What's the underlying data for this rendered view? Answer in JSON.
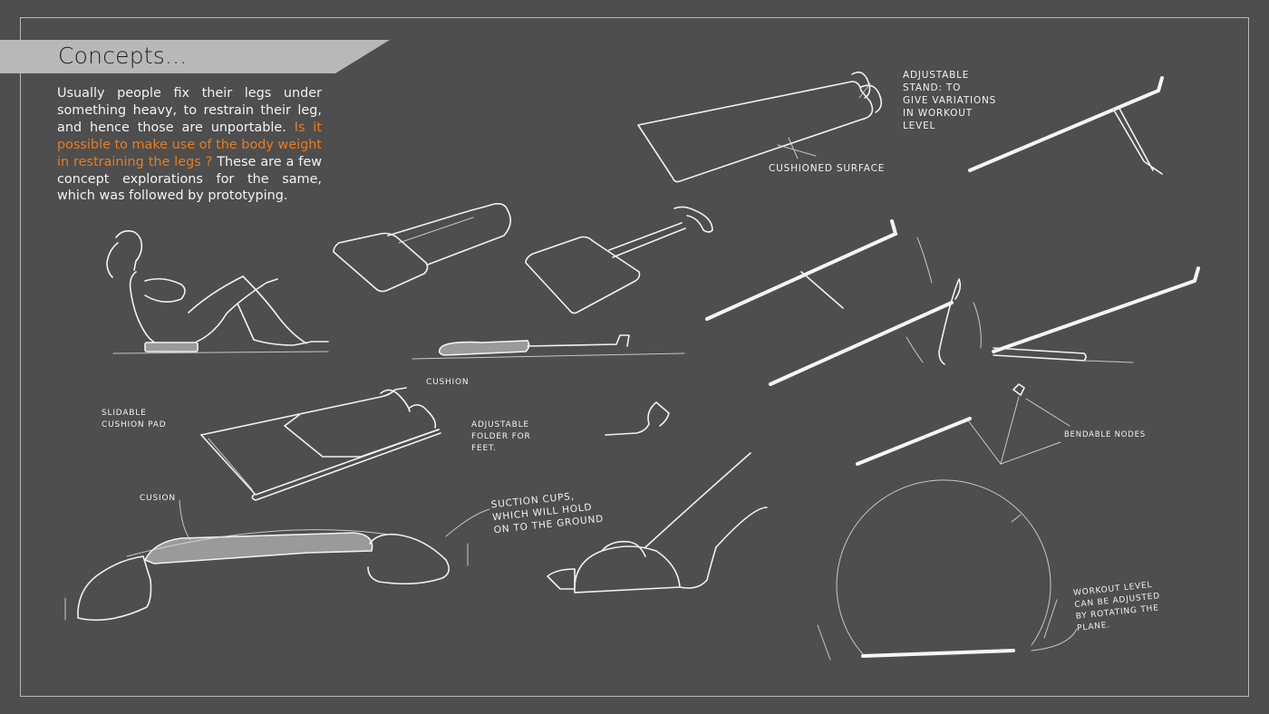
{
  "slide": {
    "title": "Concepts...",
    "intro": {
      "part1": "Usually people fix their legs under something heavy, to restrain their leg, and hence those are unportable. ",
      "highlight": "Is it possible to make use of the body weight in restraining the legs ?",
      "part2": " These are a few concept explorations for the same, which was followed by prototyping."
    },
    "colors": {
      "background": "#4e4e4e",
      "banner": "#b8b8b8",
      "highlight": "#e87d1e",
      "sketch": "#f1f1f1"
    }
  },
  "annotations": {
    "adjustable_stand": "ADJUSTABLE\nSTAND: TO\nGIVE VARIATIONS\nIN WORKOUT\nLEVEL",
    "cushioned_surface": "CUSHIONED SURFACE",
    "cushion": "CUSHION",
    "slidable_pad": "SLIDABLE\nCUSHION PAD",
    "adjustable_folder": "ADJUSTABLE\nFOLDER FOR\nFEET.",
    "cusion": "CUSION",
    "suction_cups": "SUCTION CUPS,\nWHICH WILL HOLD\nON TO THE GROUND",
    "bendable_nodes": "BENDABLE NODES",
    "workout_level": "WORKOUT LEVEL\nCAN BE ADJUSTED\nBY ROTATING THE\nPLANE."
  },
  "sketches": [
    "person-situp-sketch",
    "flat-board-sketch-1",
    "flat-board-sketch-2",
    "side-profile-board-sketch",
    "inclined-bench-sketch",
    "side-bench-sketch",
    "folding-bar-sketch-1",
    "folding-bar-sketch-2",
    "folding-bar-sketch-3",
    "slidable-board-sketch",
    "foot-hook-sketch",
    "bendable-bar-sketch",
    "cushion-handle-sketch",
    "suction-cup-sketch",
    "rotating-plane-sketch"
  ]
}
